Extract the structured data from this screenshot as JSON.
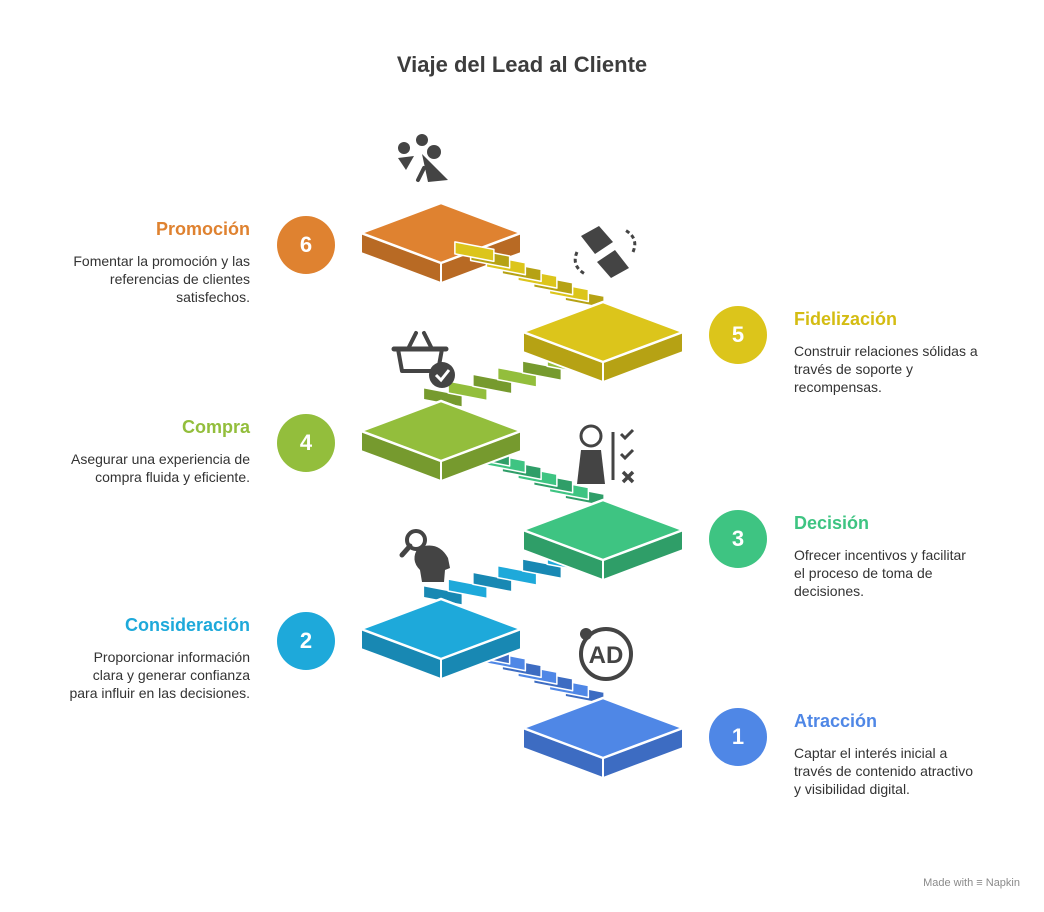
{
  "title": "Viaje del Lead al Cliente",
  "stages": [
    {
      "number": "1",
      "title": "Atracción",
      "description": "Captar el interés inicial a través de contenido atractivo y visibilidad digital.",
      "color": "#4f87e6",
      "dark": "#3d6cc2",
      "icon": "ad-icon"
    },
    {
      "number": "2",
      "title": "Consideración",
      "description": "Proporcionar información clara y generar confianza para influir en las decisiones.",
      "color": "#1ea9da",
      "dark": "#1888b3",
      "icon": "head-search-icon"
    },
    {
      "number": "3",
      "title": "Decisión",
      "description": "Ofrecer incentivos y facilitar el proceso de toma de decisiones.",
      "color": "#3ec482",
      "dark": "#2f9e68",
      "icon": "person-checklist-icon"
    },
    {
      "number": "4",
      "title": "Compra",
      "description": "Asegurar una experiencia de compra fluida y eficiente.",
      "color": "#93be3c",
      "dark": "#769a2e",
      "icon": "basket-check-icon"
    },
    {
      "number": "5",
      "title": "Fidelización",
      "description": "Construir relaciones sólidas a través de soporte y recompensas.",
      "color": "#dcc51b",
      "dark": "#b6a214",
      "icon": "handshake-icon"
    },
    {
      "number": "6",
      "title": "Promoción",
      "description": "Fomentar la promoción y las referencias de clientes satisfechos.",
      "color": "#df8230",
      "dark": "#b86a24",
      "icon": "megaphone-people-icon"
    }
  ],
  "footer": {
    "made_with": "Made with",
    "brand": "Napkin"
  }
}
